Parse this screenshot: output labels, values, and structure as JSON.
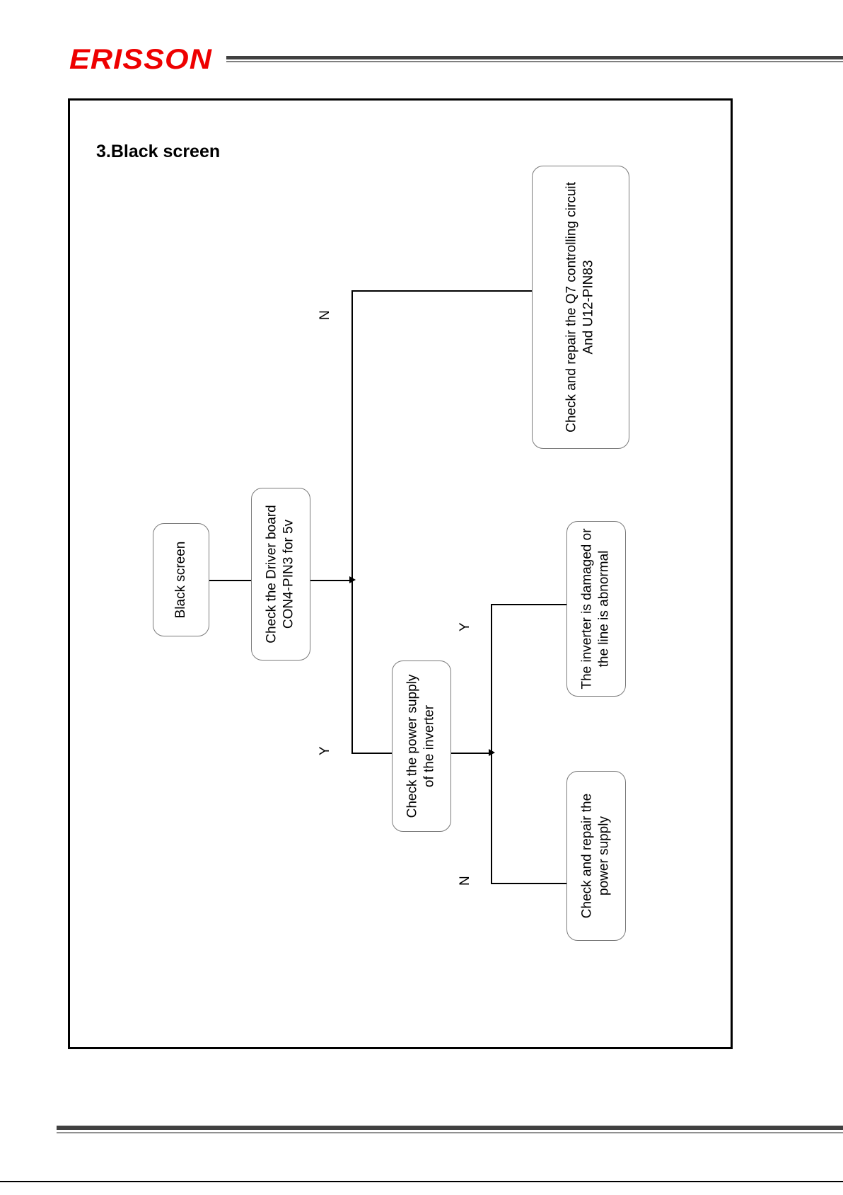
{
  "header": {
    "brand": "ERISSON",
    "rule_color": "#404040"
  },
  "page": {
    "section_title": "3.Black screen",
    "frame_border_color": "#000000",
    "background": "#ffffff"
  },
  "flowchart": {
    "orientation": "rotated-90-ccw",
    "node_border_color": "#7a7a7a",
    "nodes": [
      {
        "id": "start",
        "name": "black-screen-start",
        "lines": [
          "Black screen"
        ]
      },
      {
        "id": "check-driver",
        "name": "check-driver-board",
        "lines": [
          "Check the Driver board",
          "CON4-PIN3 for 5v"
        ]
      },
      {
        "id": "check-inverter-power",
        "name": "check-inverter-power-supply",
        "lines": [
          "Check the power supply",
          "of the inverter"
        ]
      },
      {
        "id": "repair-q7",
        "name": "repair-q7-circuit",
        "lines": [
          "Check and repair the Q7 controlling circuit",
          "And U12-PIN83"
        ]
      },
      {
        "id": "inverter-damaged",
        "name": "inverter-damaged-result",
        "lines": [
          "The inverter is damaged or",
          "the line is abnormal"
        ]
      },
      {
        "id": "repair-power",
        "name": "repair-power-supply",
        "lines": [
          "Check and repair the",
          "power supply"
        ]
      }
    ],
    "branch_labels": [
      {
        "id": "n-driver",
        "name": "branch-label-no-driver",
        "text": "N"
      },
      {
        "id": "y-driver",
        "name": "branch-label-yes-driver",
        "text": "Y"
      },
      {
        "id": "y-inverter",
        "name": "branch-label-yes-inverter",
        "text": "Y"
      },
      {
        "id": "n-inverter",
        "name": "branch-label-no-inverter",
        "text": "N"
      }
    ]
  },
  "footer": {
    "rule_color": "#404040"
  }
}
